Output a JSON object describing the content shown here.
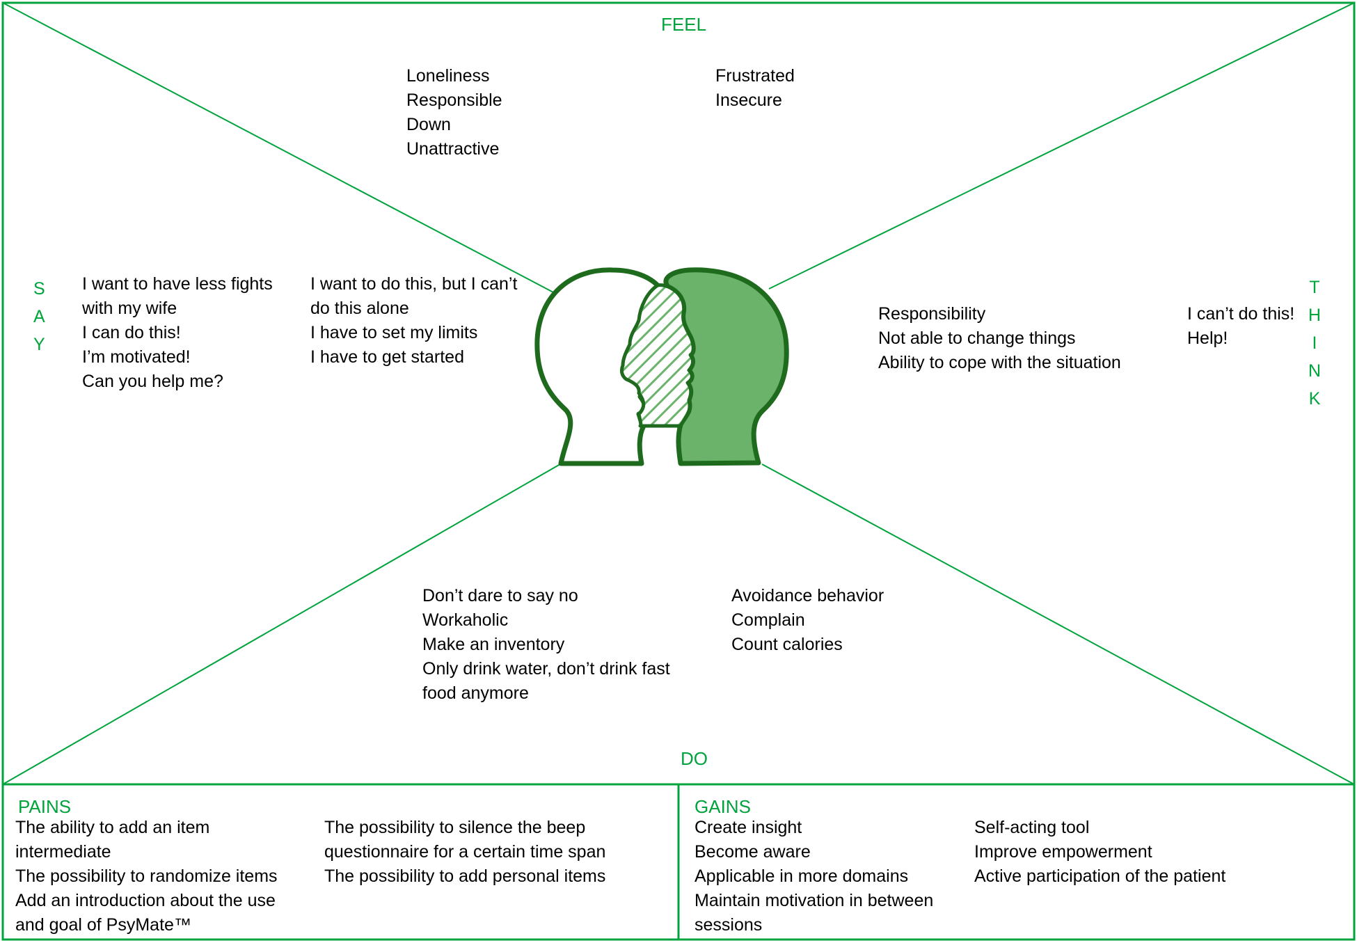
{
  "colors": {
    "accent": "#00a33c",
    "head_stroke": "#1e6b1e",
    "head_fill": "#6bb26b"
  },
  "quadrants": {
    "feel": {
      "label": "FEEL",
      "col1": [
        "Loneliness",
        "Responsible",
        "Down",
        "Unattractive"
      ],
      "col2": [
        "Frustrated",
        "Insecure"
      ]
    },
    "say": {
      "label": [
        "S",
        "A",
        "Y"
      ],
      "col1": [
        "I want to have less fights",
        "with my wife",
        "I can do this!",
        "I’m motivated!",
        "Can you help me?"
      ],
      "col2": [
        "I want to do this, but I can’t",
        "do this alone",
        "I have to set my limits",
        "I have to get started"
      ]
    },
    "think": {
      "label": [
        "T",
        "H",
        "I",
        "N",
        "K"
      ],
      "col1": [
        "Responsibility",
        "Not able to change things",
        "Ability to cope with the situation"
      ],
      "col2": [
        "I can’t do this!",
        "Help!"
      ]
    },
    "do": {
      "label": "DO",
      "col1": [
        "Don’t dare to say no",
        "Workaholic",
        "Make an inventory",
        "Only drink water, don’t drink fast",
        "food anymore"
      ],
      "col2": [
        "Avoidance behavior",
        "Complain",
        "Count calories"
      ]
    }
  },
  "pains": {
    "label": "PAINS",
    "col1": [
      "The ability to add an item",
      "intermediate",
      "The possibility to randomize items",
      "Add an introduction about the use",
      "and goal of PsyMate™"
    ],
    "col2": [
      "The possibility to silence the beep",
      "questionnaire for a certain time span",
      "The possibility to add personal items"
    ]
  },
  "gains": {
    "label": "GAINS",
    "col1": [
      "Create insight",
      "Become aware",
      "Applicable in more domains",
      "Maintain motivation in between",
      "sessions"
    ],
    "col2": [
      "Self-acting tool",
      "Improve empowerment",
      "Active participation of the patient"
    ]
  },
  "icons": {
    "center": "two-heads-icon"
  }
}
